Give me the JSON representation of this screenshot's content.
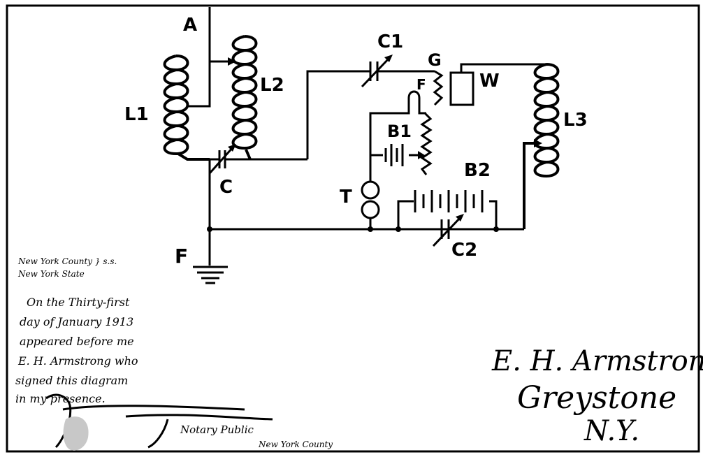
{
  "labels": {
    "A": "A",
    "L1": "L1",
    "L2": "L2",
    "L3": "L3",
    "C": "C",
    "C1": "C1",
    "C2": "C2",
    "G": "G",
    "F_filament": "F",
    "W": "W",
    "B1": "B1",
    "B2": "B2",
    "T": "T",
    "F_ground": "F"
  },
  "notary": {
    "lines": [
      "New York County } s.s.",
      "New York State",
      "On the Thirty-first",
      "day of January 1913",
      "appeared before me",
      "E. H. Armstrong who",
      "signed this diagram",
      "in my presence."
    ],
    "signature_name": "Notary Public",
    "signature_county": "New York County"
  },
  "signature": {
    "line1": "E. H. Armstrong",
    "line2": "Greystone",
    "line3": "N.Y."
  }
}
